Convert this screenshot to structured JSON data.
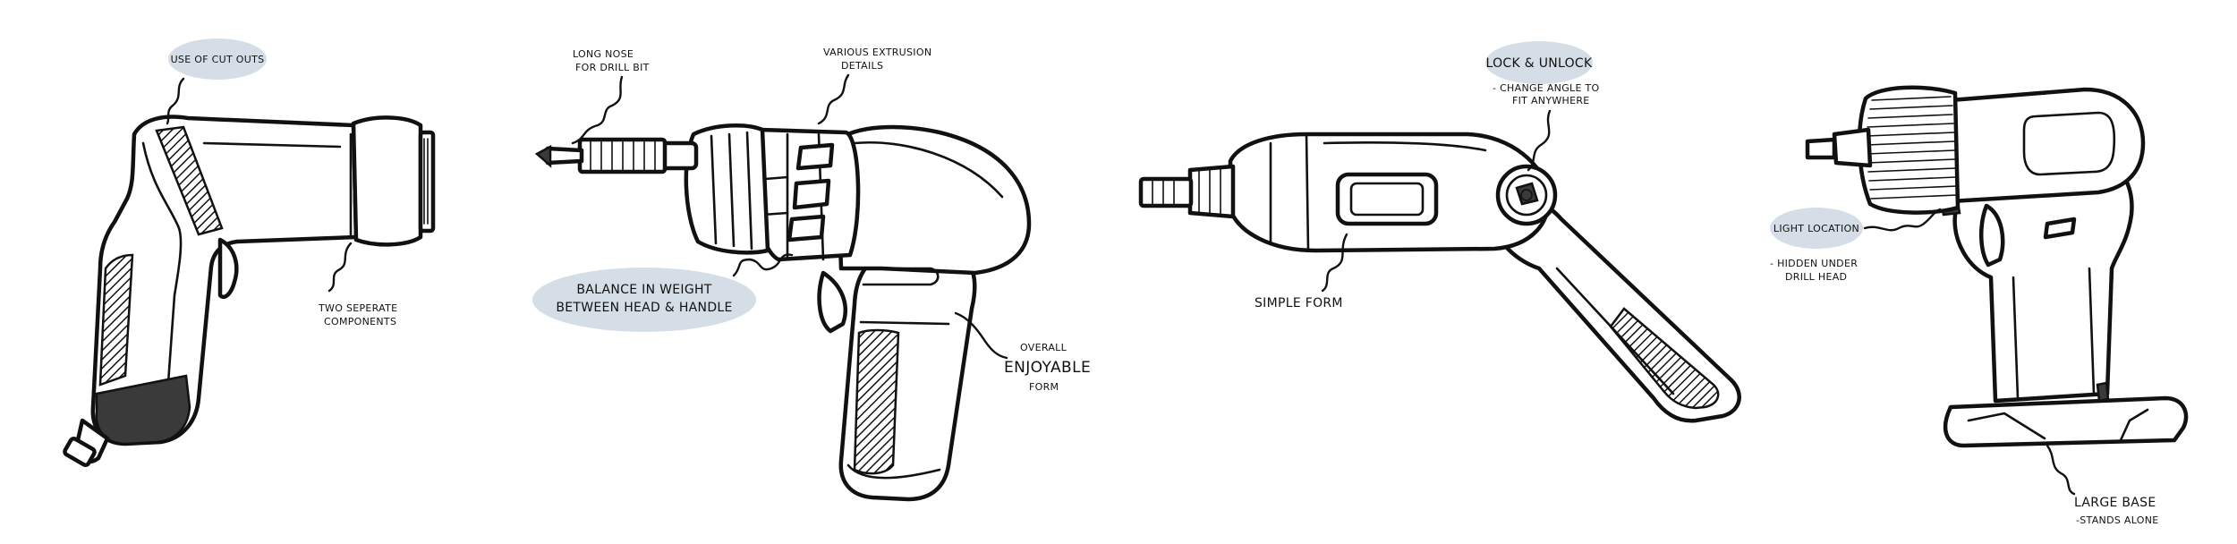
{
  "sketch_1": {
    "use_of_cut_outs": "Use of cut outs",
    "two_components_line1": "Two seperate",
    "two_components_line2": "components"
  },
  "sketch_2": {
    "long_nose_line1": "Long nose",
    "long_nose_line2": "for drill bit",
    "extrusion_line1": "Various extrusion",
    "extrusion_line2": "details",
    "balance_line1": "Balance in weight",
    "balance_line2": "between head & handle",
    "overall_line1": "Overall",
    "overall_line2": "Enjoyable",
    "overall_line3": "form"
  },
  "sketch_3": {
    "lock_unlock": "Lock & Unlock",
    "angle_line1": "- Change angle to",
    "angle_line2": "fit anywhere",
    "simple_form": "Simple form"
  },
  "sketch_4": {
    "light_location": "Light location",
    "hidden_line1": "- Hidden under",
    "hidden_line2": "drill head",
    "large_base": "Large base",
    "stands_alone": "-stands alone"
  },
  "colors": {
    "ink": "#111111",
    "highlight_bubble": "#d5dee6",
    "background": "#ffffff"
  }
}
